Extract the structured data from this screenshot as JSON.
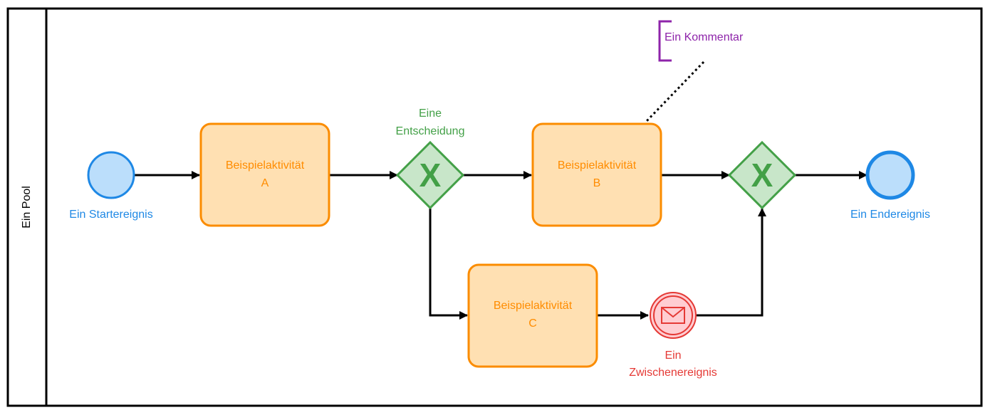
{
  "pool": {
    "label": "Ein Pool"
  },
  "start_event": {
    "label": "Ein Startereignis"
  },
  "end_event": {
    "label": "Ein Endereignis"
  },
  "task_a": {
    "line1": "Beispielaktivität",
    "line2": "A"
  },
  "task_b": {
    "line1": "Beispielaktivität",
    "line2": "B"
  },
  "task_c": {
    "line1": "Beispielaktivität",
    "line2": "C"
  },
  "gateway_split": {
    "line1": "Eine",
    "line2": "Entscheidung",
    "symbol": "X"
  },
  "gateway_join": {
    "symbol": "X"
  },
  "intermediate_event": {
    "line1": "Ein",
    "line2": "Zwischenereignis",
    "icon": "envelope-icon"
  },
  "annotation": {
    "text": "Ein Kommentar"
  },
  "colors": {
    "task_fill": "#FFE0B2",
    "task_stroke": "#FB8C00",
    "task_text": "#FF8C00",
    "event_fill": "#BBDEFB",
    "event_stroke": "#1E88E5",
    "gateway_fill": "#C8E6C9",
    "gateway_stroke": "#43A047",
    "intermediate_fill": "#FFCDD2",
    "intermediate_stroke": "#E53935",
    "annotation_color": "#8E24AA",
    "flow_color": "#000000"
  }
}
